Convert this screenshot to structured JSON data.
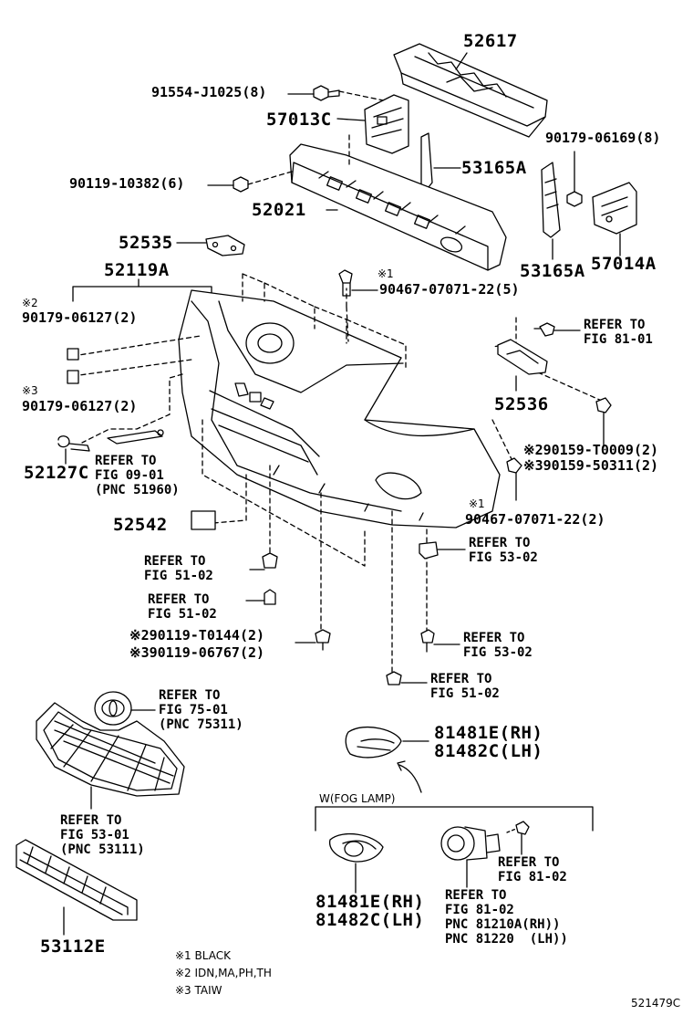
{
  "parts": {
    "p52617": "52617",
    "p91554": "91554-J1025(8)",
    "p57013C": "57013C",
    "p90179_06169": "90179-06169(8)",
    "p53165A_top": "53165A",
    "p90119_10382": "90119-10382(6)",
    "p52021": "52021",
    "p52535": "52535",
    "p53165A": "53165A",
    "p57014A": "57014A",
    "p52119A": "52119A",
    "m1_clip_mark": "※1",
    "p90467_top": "90467-07071-22(5)",
    "m2_a": "※2",
    "p90179_06127_a": "90179-06127(2)",
    "m3_a": "※3",
    "p90179_06127_b": "90179-06127(2)",
    "p52536": "52536",
    "p52127C": "52127C",
    "p90159_t": "※290159-T0009(2)",
    "p90159_5": "※390159-50311(2)",
    "m1_b": "※1",
    "p90467_bottom": "90467-07071-22(2)",
    "p52542": "52542",
    "p90119_T0144": "※290119-T0144(2)",
    "p90119_06767": "※390119-06767(2)",
    "p81481E_top": "81481E(RH)",
    "p81482C_top": "81482C(LH)",
    "wfog": "W(FOG LAMP)",
    "p81481E_bot": "81481E(RH)",
    "p81482C_bot": "81482C(LH)",
    "p53112E": "53112E"
  },
  "refs": {
    "r81_01": [
      "REFER TO",
      "FIG 81-01"
    ],
    "r09_01": [
      "REFER TO",
      "FIG 09-01",
      "(PNC 51960)"
    ],
    "r53_02_a": [
      "REFER TO",
      "FIG 53-02"
    ],
    "r51_02_a": [
      "REFER TO",
      "FIG 51-02"
    ],
    "r51_02_b": [
      "REFER TO",
      "FIG 51-02"
    ],
    "r53_02_b": [
      "REFER TO",
      "FIG 53-02"
    ],
    "r51_02_c": [
      "REFER TO",
      "FIG 51-02"
    ],
    "r75_01": [
      "REFER TO",
      "FIG 75-01",
      "(PNC 75311)"
    ],
    "r53_01": [
      "REFER TO",
      "FIG 53-01",
      "(PNC 53111)"
    ],
    "r81_02_a": [
      "REFER TO",
      "FIG 81-02"
    ],
    "r81_02_b": [
      "REFER TO",
      "FIG 81-02",
      "PNC 81210A(RH))",
      "PNC 81220  (LH))"
    ]
  },
  "notes": [
    "※1 BLACK",
    "※2 IDN,MA,PH,TH",
    "※3 TAIW"
  ],
  "figure_id": "521479C"
}
